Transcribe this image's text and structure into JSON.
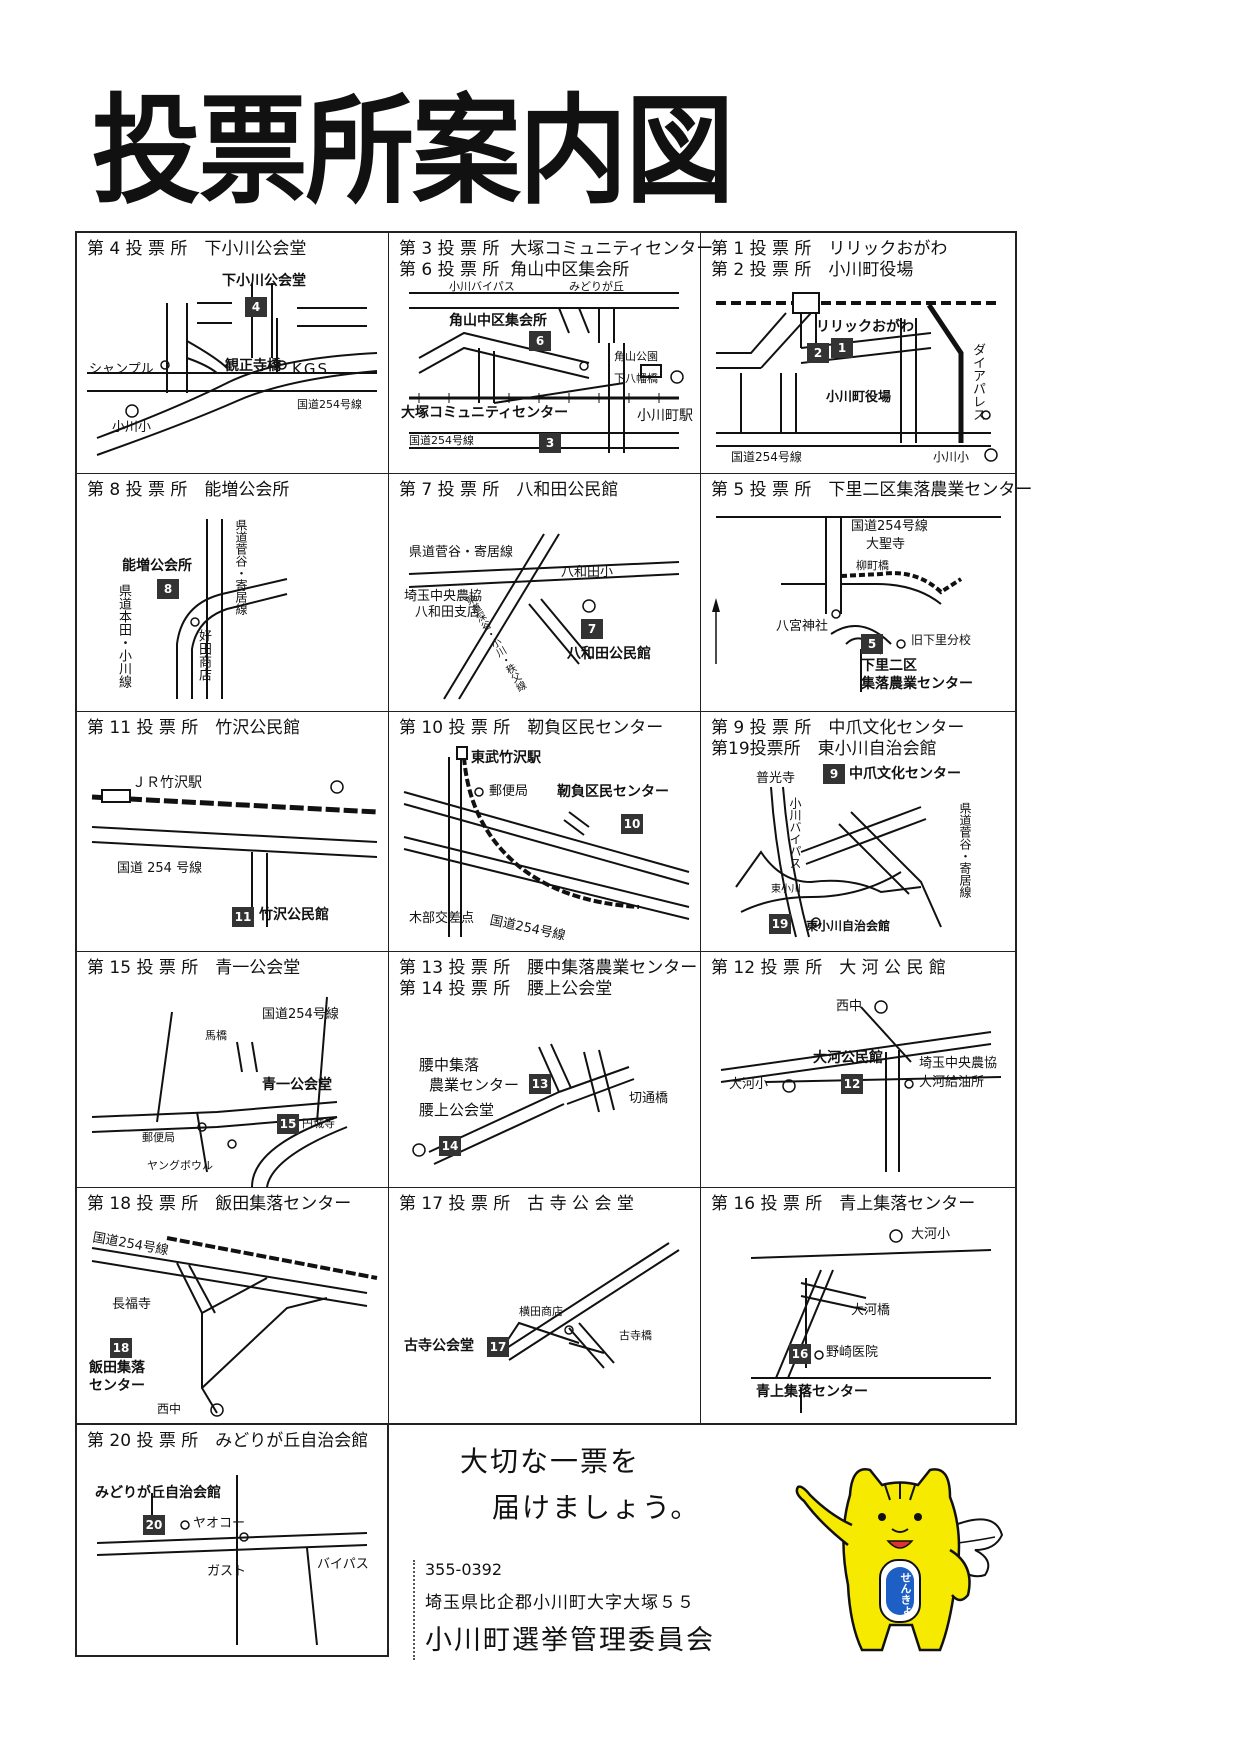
{
  "title": "投票所案内図",
  "cells": {
    "c1": {
      "header": "第 4 投 票 所　下小川公会堂",
      "labels": [
        "下小川公会堂",
        "シャンプル",
        "観正寺橋",
        "KGS",
        "小川小",
        "国道254号線"
      ],
      "badge": "4"
    },
    "c2": {
      "header": "第 3 投 票 所  大塚コミュニティセンター\n第 6 投 票 所  角山中区集会所",
      "labels": [
        "小川バイパス",
        "みどりが丘",
        "角山中区集会所",
        "角山公園",
        "下八幡橋",
        "大塚コミュニティセンター",
        "小川町駅",
        "国道254号線"
      ],
      "badges": [
        "6",
        "3"
      ]
    },
    "c3": {
      "header": "第 1 投 票 所　リリックおがわ\n第 2 投 票 所　小川町役場",
      "labels": [
        "リリックおがわ",
        "小川町役場",
        "ダイアパレス",
        "国道254号線",
        "小川小"
      ],
      "badges": [
        "1",
        "2"
      ]
    },
    "c4": {
      "header": "第 8 投 票 所　能増公会所",
      "labels": [
        "能増公会所",
        "県道菅谷・寄居線",
        "県道本田・小川線",
        "好田商店"
      ],
      "badge": "8"
    },
    "c5": {
      "header": "第 7 投 票 所　八和田公民館",
      "labels": [
        "県道菅谷・寄居線",
        "八和田小",
        "埼玉中央農協",
        "八和田支店",
        "八和田公民館",
        "県道深谷・小川・秩父線"
      ],
      "badge": "7"
    },
    "c6": {
      "header": "第 5 投 票 所　下里二区集落農業センター",
      "labels": [
        "国道254号線",
        "大聖寺",
        "柳町橋",
        "八宮神社",
        "旧下里分校",
        "下里二区",
        "集落農業センター"
      ],
      "badge": "5"
    },
    "c7": {
      "header": "第 11 投 票 所　竹沢公民館",
      "labels": [
        "ＪＲ竹沢駅",
        "国道 254 号線",
        "竹沢公民館"
      ],
      "badge": "11"
    },
    "c8": {
      "header": "第 10 投 票 所　靭負区民センター",
      "labels": [
        "東武竹沢駅",
        "郵便局",
        "靭負区民センター",
        "木部交差点",
        "国道254号線"
      ],
      "badge": "10"
    },
    "c9": {
      "header": "第 9 投 票 所　中爪文化センター\n第19投票所　東小川自治会館",
      "labels": [
        "普光寺",
        "中爪文化センター",
        "小川バイパス",
        "県道菅谷・寄居線",
        "東小川",
        "東小川自治会館"
      ],
      "badges": [
        "9",
        "19"
      ]
    },
    "c10": {
      "header": "第 15 投 票 所　青一公会堂",
      "labels": [
        "国道254号線",
        "馬橋",
        "青一公会堂",
        "郵便局",
        "円城寺",
        "ヤングボウル"
      ],
      "badge": "15"
    },
    "c11": {
      "header": "第 13 投 票 所　腰中集落農業センター\n第 14 投 票 所　腰上公会堂",
      "labels": [
        "腰中集落",
        "農業センター",
        "腰上公会堂",
        "切通橋"
      ],
      "badges": [
        "13",
        "14"
      ]
    },
    "c12": {
      "header": "第 12 投 票 所　大 河 公 民 館",
      "labels": [
        "西中",
        "大河公民館",
        "埼玉中央農協",
        "大河給油所",
        "大河小"
      ],
      "badge": "12"
    },
    "c13": {
      "header": "第 18 投 票 所　飯田集落センター",
      "labels": [
        "国道254号線",
        "長福寺",
        "飯田集落",
        "センター",
        "西中"
      ],
      "badge": "18"
    },
    "c14": {
      "header": "第 17 投 票 所　古 寺 公 会 堂",
      "labels": [
        "横田商店",
        "古寺公会堂",
        "古寺橋"
      ],
      "badge": "17"
    },
    "c15": {
      "header": "第 16 投 票 所　青上集落センター",
      "labels": [
        "大河小",
        "大河橋",
        "野崎医院",
        "青上集落センター"
      ],
      "badge": "16"
    },
    "c16": {
      "header": "第 20 投 票 所　みどりが丘自治会館",
      "labels": [
        "みどりが丘自治会館",
        "ヤオコー",
        "ガスト",
        "バイパス"
      ],
      "badge": "20"
    }
  },
  "slogan": {
    "line1": "大切な一票を",
    "line2": "届けましょう。"
  },
  "footer": {
    "postal": "355-0392",
    "address": "埼玉県比企郡小川町大字大塚５５",
    "org": "小川町選挙管理委員会"
  },
  "mascot": {
    "badge_text": "せんきょ",
    "body_color": "#f5ea00"
  }
}
